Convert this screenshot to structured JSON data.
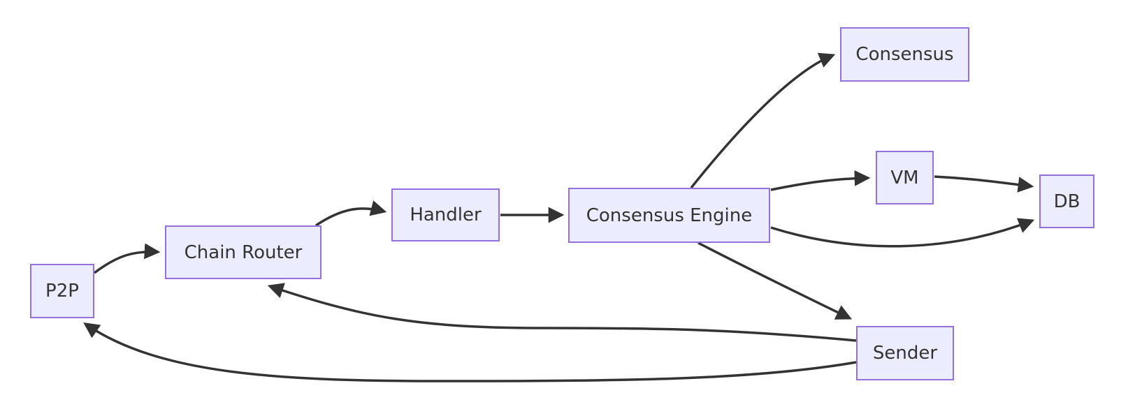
{
  "diagram": {
    "type": "flowchart",
    "direction": "left-to-right",
    "nodes": [
      {
        "id": "p2p",
        "label": "P2P"
      },
      {
        "id": "chain-router",
        "label": "Chain Router"
      },
      {
        "id": "handler",
        "label": "Handler"
      },
      {
        "id": "consensus-engine",
        "label": "Consensus Engine"
      },
      {
        "id": "consensus",
        "label": "Consensus"
      },
      {
        "id": "vm",
        "label": "VM"
      },
      {
        "id": "db",
        "label": "DB"
      },
      {
        "id": "sender",
        "label": "Sender"
      }
    ],
    "edges": [
      {
        "from": "P2P",
        "to": "Chain Router"
      },
      {
        "from": "Chain Router",
        "to": "Handler"
      },
      {
        "from": "Handler",
        "to": "Consensus Engine"
      },
      {
        "from": "Consensus Engine",
        "to": "Consensus"
      },
      {
        "from": "Consensus Engine",
        "to": "VM"
      },
      {
        "from": "VM",
        "to": "DB"
      },
      {
        "from": "Consensus Engine",
        "to": "DB"
      },
      {
        "from": "Consensus Engine",
        "to": "Sender"
      },
      {
        "from": "Sender",
        "to": "Chain Router"
      },
      {
        "from": "Sender",
        "to": "P2P"
      }
    ],
    "colors": {
      "node_fill": "#ECECFF",
      "node_border": "#9370DB",
      "edge": "#333333",
      "text": "#333333",
      "background": "#FFFFFF"
    }
  }
}
